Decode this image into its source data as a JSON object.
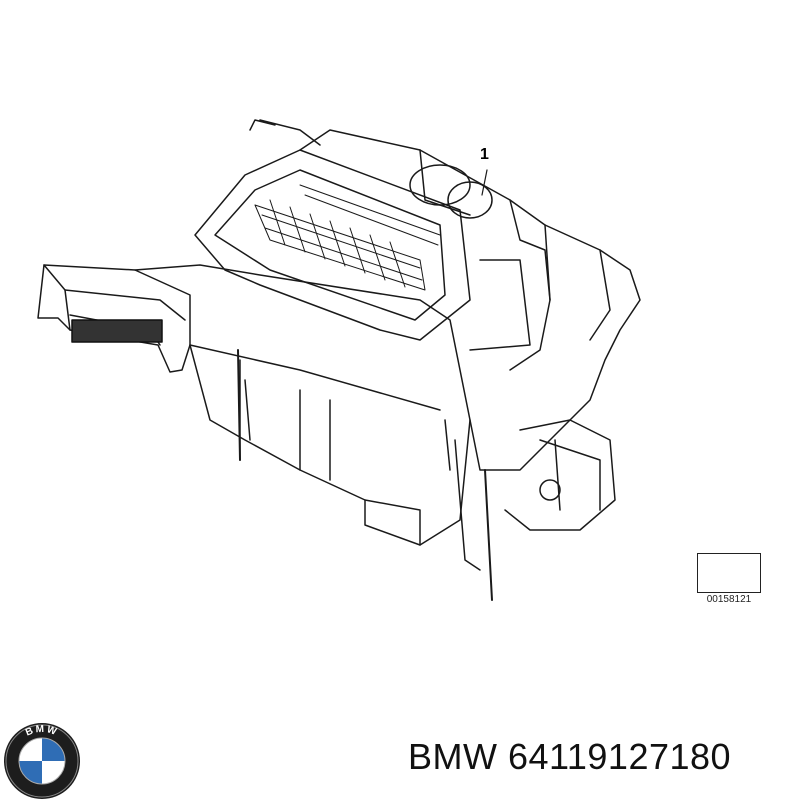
{
  "diagram": {
    "callout_number": "1",
    "reference_code": "00158121"
  },
  "footer": {
    "brand": "BMW",
    "part_number": "64119127180",
    "logo_letters": "BMW"
  }
}
